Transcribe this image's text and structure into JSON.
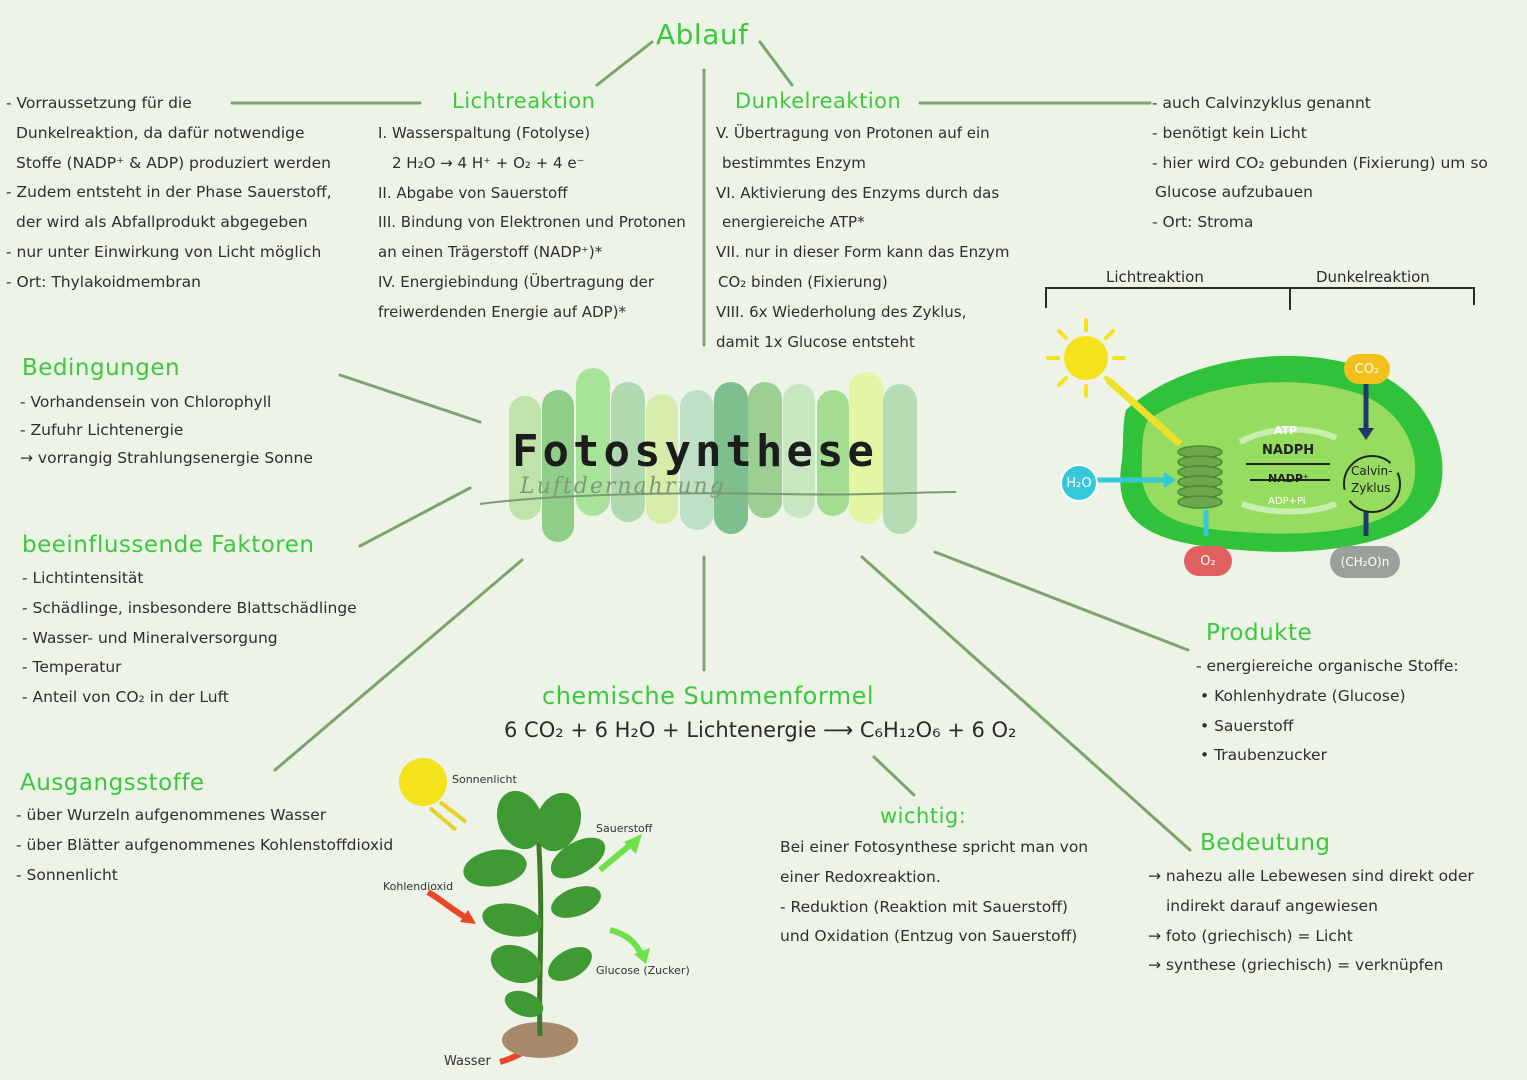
{
  "ablauf": {
    "title": "Ablauf",
    "licht_title": "Lichtreaktion",
    "licht_steps": [
      "I. Wasserspaltung (Fotolyse)",
      "2 H₂O → 4 H⁺ + O₂ + 4 e⁻",
      "II. Abgabe von Sauerstoff",
      "III. Bindung von Elektronen und Protonen",
      "an einen Trägerstoff (NADP⁺)*",
      "IV. Energiebindung (Übertragung der",
      "freiwerdenden Energie auf ADP)*"
    ],
    "dunkel_title": "Dunkelreaktion",
    "dunkel_steps": [
      "V. Übertragung von Protonen auf ein",
      "bestimmtes Enzym",
      "VI. Aktivierung des Enzyms durch das",
      "energiereiche ATP*",
      "VII. nur in dieser Form kann das Enzym",
      "CO₂ binden (Fixierung)",
      "VIII. 6x Wiederholung des Zyklus,",
      "damit 1x Glucose entsteht"
    ],
    "left_notes": [
      "- Vorraussetzung für die",
      "Dunkelreaktion, da dafür notwendige",
      "Stoffe (NADP⁺ & ADP) produziert werden",
      "- Zudem entsteht in der Phase Sauerstoff,",
      "der wird als Abfallprodukt abgegeben",
      "- nur unter Einwirkung von Licht möglich",
      "- Ort: Thylakoidmembran"
    ],
    "right_notes": [
      "- auch Calvinzyklus genannt",
      "- benötigt kein Licht",
      "- hier wird CO₂ gebunden (Fixierung) um so",
      "Glucose aufzubauen",
      "- Ort: Stroma"
    ]
  },
  "center": {
    "title": "Fotosynthese",
    "subtitle": "Luftdernahrung"
  },
  "bedingungen": {
    "title": "Bedingungen",
    "items": [
      "- Vorhandensein von Chlorophyll",
      "- Zufuhr Lichtenergie",
      "→ vorrangig Strahlungsenergie Sonne"
    ]
  },
  "faktoren": {
    "title": "beeinflussende Faktoren",
    "items": [
      "- Lichtintensität",
      "- Schädlinge, insbesondere Blattschädlinge",
      "- Wasser- und Mineralversorgung",
      "- Temperatur",
      "- Anteil von CO₂ in der Luft"
    ]
  },
  "ausgangsstoffe": {
    "title": "Ausgangsstoffe",
    "items": [
      "- über Wurzeln aufgenommenes Wasser",
      "- über Blätter aufgenommenes Kohlenstoffdioxid",
      "- Sonnenlicht"
    ]
  },
  "plant": {
    "sun": "Sonnenlicht",
    "co2": "Kohlendioxid",
    "o2": "Sauerstoff",
    "glucose": "Glucose (Zucker)",
    "water": "Wasser"
  },
  "formel": {
    "title": "chemische Summenformel",
    "equation": "6 CO₂ + 6 H₂O + Lichtenergie ⟶ C₆H₁₂O₆ + 6 O₂"
  },
  "wichtig": {
    "title": "wichtig:",
    "items": [
      "Bei einer Fotosynthese spricht man von",
      "einer Redoxreaktion.",
      "- Reduktion (Reaktion mit Sauerstoff)",
      "und Oxidation (Entzug von Sauerstoff)"
    ]
  },
  "produkte": {
    "title": "Produkte",
    "items": [
      "- energiereiche organische Stoffe:",
      "• Kohlenhydrate (Glucose)",
      "• Sauerstoff",
      "• Traubenzucker"
    ]
  },
  "bedeutung": {
    "title": "Bedeutung",
    "items": [
      "→ nahezu alle Lebewesen sind direkt oder",
      "indirekt darauf angewiesen",
      "→ foto (griechisch) = Licht",
      "→ synthese (griechisch) = verknüpfen"
    ]
  },
  "chloroplast": {
    "label_left": "Lichtreaktion",
    "label_right": "Dunkelreaktion",
    "h2o": "H₂O",
    "o2": "O₂",
    "co2": "CO₂",
    "ch2o": "(CH₂O)n",
    "atp": "ATP",
    "nadph": "NADPH",
    "nadp": "NADP⁺",
    "adp": "ADP+Pi",
    "calvin_1": "Calvin-",
    "calvin_2": "Zyklus"
  },
  "colors": {
    "heading": "#3cc83c",
    "line": "#7fa36f",
    "leaf_dark": "#2aa52a",
    "leaf_light": "#8bd65b",
    "sun": "#f4e21b"
  }
}
